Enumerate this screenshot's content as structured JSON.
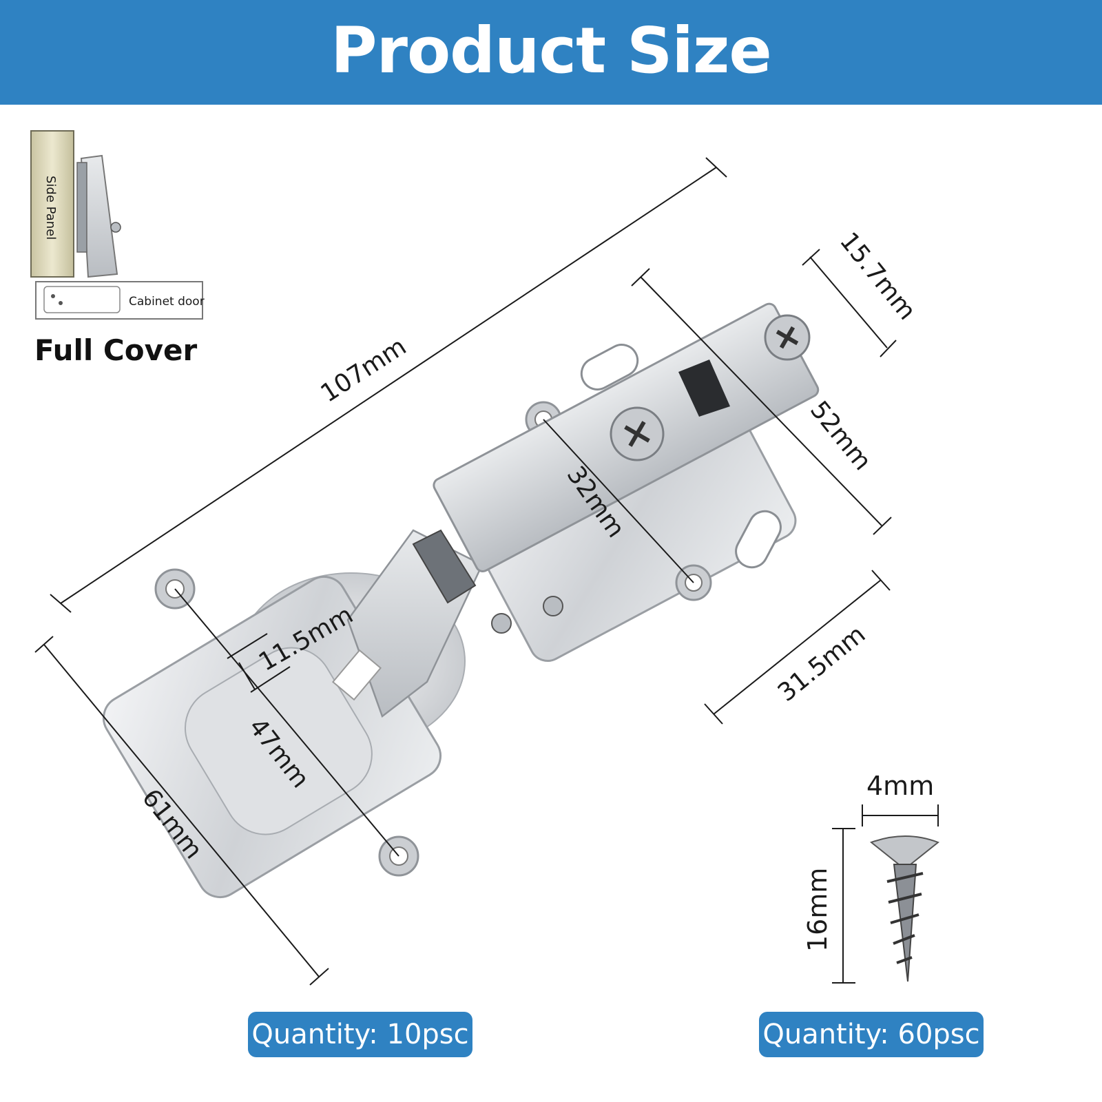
{
  "header": {
    "title": "Product Size"
  },
  "install_type": {
    "title": "Full Cover",
    "side_panel_label": "Side Panel",
    "cabinet_door_label": "Cabinet door"
  },
  "dimensions": {
    "total_length": "107mm",
    "cup_depth": "15.7mm",
    "plate_height": "52mm",
    "hole_spacing_plate": "32mm",
    "plate_width": "31.5mm",
    "offset": "11.5mm",
    "hole_spacing_wing": "47mm",
    "wing_length": "61mm",
    "screw_diameter": "4mm",
    "screw_length": "16mm"
  },
  "quantities": {
    "hinges": "Quantity: 10psc",
    "screws": "Quantity: 60psc"
  },
  "colors": {
    "accent": "#2f82c2",
    "metal": "#d9dbde"
  }
}
